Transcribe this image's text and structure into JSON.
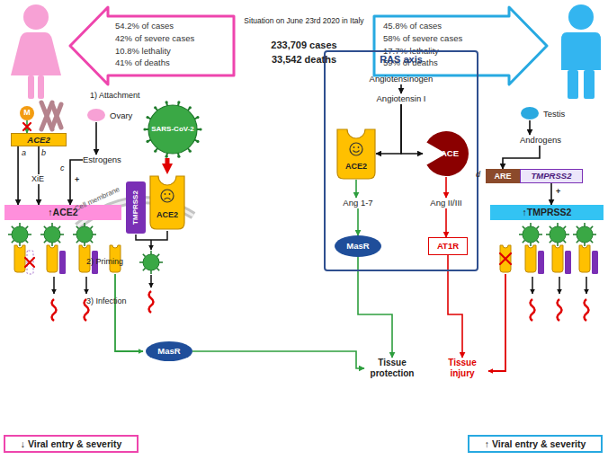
{
  "diagram": {
    "nodes": [
      {
        "text": [
          "54.2% of cases",
          "42% of severe cases",
          "10.8% lethality",
          "41% of deaths"
        ]
      },
      {
        "text": [
          "45.8% of cases",
          "58% of severe cases",
          "17.7% lethality",
          "59% of deaths"
        ]
      },
      {
        "text": [
          "M"
        ]
      },
      {
        "text": [
          "ACE2"
        ]
      },
      {
        "text": [
          "Ovary"
        ]
      },
      {
        "text": [
          "Estrogens"
        ]
      },
      {
        "text": [
          "↑ACE2"
        ]
      },
      {
        "text": [
          "SARS-CoV-2"
        ]
      },
      {
        "text": [
          "TMPRSS2"
        ]
      },
      {
        "text": [
          "ACE2"
        ]
      },
      {
        "text": [
          "RAS axis"
        ]
      },
      {
        "text": [
          "Angiotensinogen"
        ],
        "in": 10
      },
      {
        "text": [
          "Angiotensin I"
        ],
        "in": 10
      },
      {
        "text": [
          "ACE2"
        ],
        "in": 10
      },
      {
        "text": [
          "ACE"
        ],
        "in": 10
      },
      {
        "text": [
          "Ang 1-7"
        ],
        "in": 10
      },
      {
        "text": [
          "Ang II/III"
        ],
        "in": 10
      },
      {
        "text": [
          "MasR"
        ],
        "in": 10
      },
      {
        "text": [
          "AT1R"
        ],
        "in": 10
      },
      {
        "text": [
          "Tissue protection"
        ]
      },
      {
        "text": [
          "Tissue injury"
        ]
      },
      {
        "text": [
          "MasR"
        ]
      },
      {
        "text": [
          "↓ Viral entry & severity"
        ]
      },
      {
        "text": [
          "Testis"
        ]
      },
      {
        "text": [
          "Androgens"
        ]
      },
      {
        "text": [
          "ARE"
        ]
      },
      {
        "text": [
          "TMPRSS2"
        ]
      },
      {
        "text": [
          "↑TMPRSS2"
        ]
      },
      {
        "text": [
          "↑ Viral entry & severity"
        ]
      }
    ],
    "edges": [
      {
        "from": 3,
        "to": 6,
        "arrow": "to",
        "label": "a"
      },
      {
        "from": 3,
        "to": 6,
        "arrow": "to",
        "label": "XiE"
      },
      {
        "from": 5,
        "to": 6,
        "arrow": "to",
        "label": "+"
      },
      {
        "from": 4,
        "to": 5,
        "arrow": "to"
      },
      {
        "from": 2,
        "to": 3,
        "arrow": "to"
      },
      {
        "from": 7,
        "to": 9,
        "arrow": "to"
      },
      {
        "from": 11,
        "to": 12,
        "arrow": "to"
      },
      {
        "from": 12,
        "to": 13,
        "arrow": "to"
      },
      {
        "from": 12,
        "to": 14,
        "arrow": "to"
      },
      {
        "from": 13,
        "to": 15,
        "arrow": "to"
      },
      {
        "from": 15,
        "to": 17,
        "arrow": "to"
      },
      {
        "from": 14,
        "to": 16,
        "arrow": "to"
      },
      {
        "from": 16,
        "to": 18,
        "arrow": "to"
      },
      {
        "from": 17,
        "to": 19,
        "arrow": "to"
      },
      {
        "from": 18,
        "to": 20,
        "arrow": "to"
      },
      {
        "from": 21,
        "to": 19,
        "arrow": "to"
      },
      {
        "from": 23,
        "to": 24,
        "arrow": "to"
      },
      {
        "from": 24,
        "to": 25,
        "arrow": "to"
      },
      {
        "from": 26,
        "to": 27,
        "arrow": "to",
        "label": "+"
      }
    ],
    "labels": [
      "Situation on June 23rd 2020 in Italy",
      "233,709 cases",
      "33,542 deaths",
      "b",
      "c",
      "1) Attachment",
      "Cell membrane",
      "2) Priming",
      "3) Infection",
      "d"
    ]
  }
}
